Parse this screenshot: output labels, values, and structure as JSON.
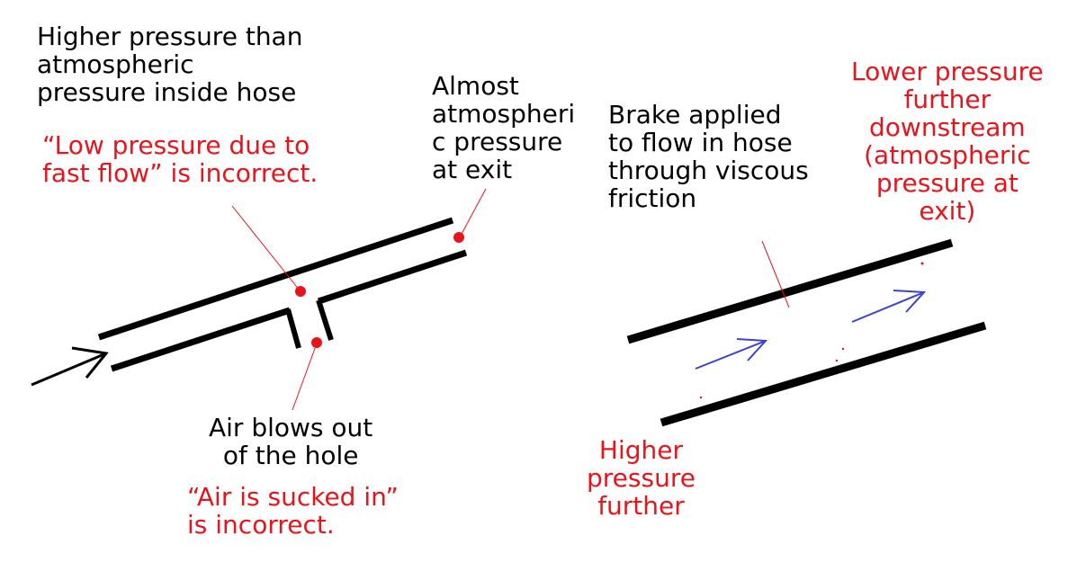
{
  "colors": {
    "text": "#000000",
    "accent_red": "#e8141b",
    "flow_arrow": "#3b44c9",
    "hose": "#000000"
  },
  "labels": {
    "higher_pressure_inside": "Higher pressure than\natmospheric\npressure inside hose",
    "low_pressure_incorrect": "“Low pressure due to\nfast flow” is incorrect.",
    "almost_atmospheric_exit": "Almost\natmospheri\nc pressure\nat exit",
    "air_blows_out": "Air blows out\nof the hole",
    "air_sucked_incorrect": "“Air is sucked in”\nis incorrect.",
    "brake_applied": "Brake applied\nto flow in hose\nthrough viscous\nfriction",
    "lower_pressure_downstream": "Lower pressure\nfurther\ndownstream\n(atmospheric\npressure at\nexit)",
    "higher_pressure_further": "Higher\npressure\nfurther"
  },
  "icons": {
    "inflow_arrow": "arrow-icon",
    "flow_arrows": "flow-arrow-icon",
    "pressure_points": "red-dot-icon"
  }
}
